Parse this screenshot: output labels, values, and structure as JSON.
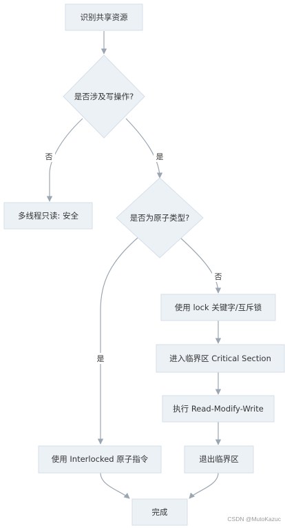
{
  "colors": {
    "node_fill": "#ECF1F6",
    "node_stroke": "#D4DEE9",
    "edge": "#9AA6B2",
    "text": "#333333"
  },
  "nodes": {
    "identify": "识别共享资源",
    "write_check": "是否涉及写操作?",
    "read_only": "多线程只读: 安全",
    "atomic_check": "是否为原子类型?",
    "use_lock": "使用 lock 关键字/互斥锁",
    "enter_cs": "进入临界区 Critical Section",
    "rmw": "执行 Read-Modify-Write",
    "interlocked": "使用 Interlocked 原子指令",
    "exit_cs": "退出临界区",
    "done": "完成"
  },
  "edge_labels": {
    "write_no": "否",
    "write_yes": "是",
    "atomic_no": "否",
    "atomic_yes": "是"
  },
  "watermark": "CSDN @MutoKazuc"
}
